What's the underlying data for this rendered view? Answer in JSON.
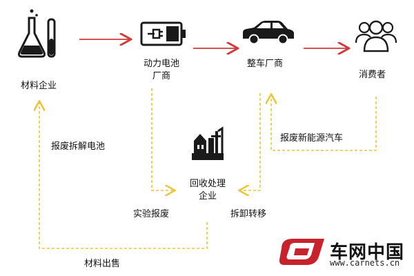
{
  "nodes": {
    "materials": "材料企业",
    "battery": "动力电池\n厂商",
    "carmaker": "整车厂商",
    "consumer": "消费者",
    "recycler": "回收处理\n企业"
  },
  "edges": {
    "scrap_dismantle": "报废拆解电池",
    "scrap_nev": "报废新能源汽车",
    "test_scrap": "实验报废",
    "dismantle_transfer": "拆卸转移",
    "material_sale": "材料出售"
  },
  "logo": {
    "name": "车网中国",
    "url": "www.carnets.cn"
  },
  "colors": {
    "solid_arrow": "#d23a3a",
    "dashed_arrow": "#e9c63a",
    "icon": "#1a1a1a",
    "logo_red": "#c8232c"
  }
}
